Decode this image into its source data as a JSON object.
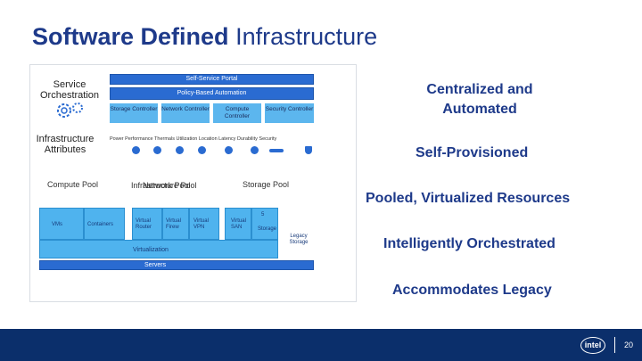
{
  "title": {
    "bold": "Software Defined",
    "normal": "Infrastructure"
  },
  "diagram": {
    "service_orchestration_label": "Service Orchestration",
    "self_service_portal": "Self-Service Portal",
    "policy_based_automation": "Policy-Based Automation",
    "controllers": [
      "Storage Controller",
      "Network Controller",
      "Compute Controller",
      "Security Controller"
    ],
    "infrastructure_attributes_label": [
      "Infrastructure",
      "Attributes"
    ],
    "attributes_line": "Power Performance Thermals Utilization Location Latency Durability Security",
    "compute_pool": "Compute Pool",
    "network_pool": "Network Pool",
    "infrastructure_pool": "Infrastructure Pool",
    "storage_pool": "Storage Pool",
    "vms": "VMs",
    "containers": "Containers",
    "virtual_router": "Virtual Router",
    "virtual_firewall": "Virtual Firew",
    "virtual_vpn": "Virtual VPN",
    "virtual_san": "Virtual SAN",
    "storage_5": "5",
    "object_storage": "Storage",
    "legacy_storage": "Legacy Storage",
    "virtualization": "Virtualization",
    "servers": "Servers"
  },
  "right_panel": [
    "Centralized and Automated",
    "Self-Provisioned",
    "Pooled, Virtualized Resources",
    "Intelligently Orchestrated",
    "Accommodates Legacy"
  ],
  "footer": {
    "logo_text": "intel",
    "page_number": "20"
  },
  "colors": {
    "title": "#1e3a8a",
    "bar_blue": "#2a6bd1",
    "light_blue": "#5cb6ee",
    "footer": "#0b2f6b"
  }
}
